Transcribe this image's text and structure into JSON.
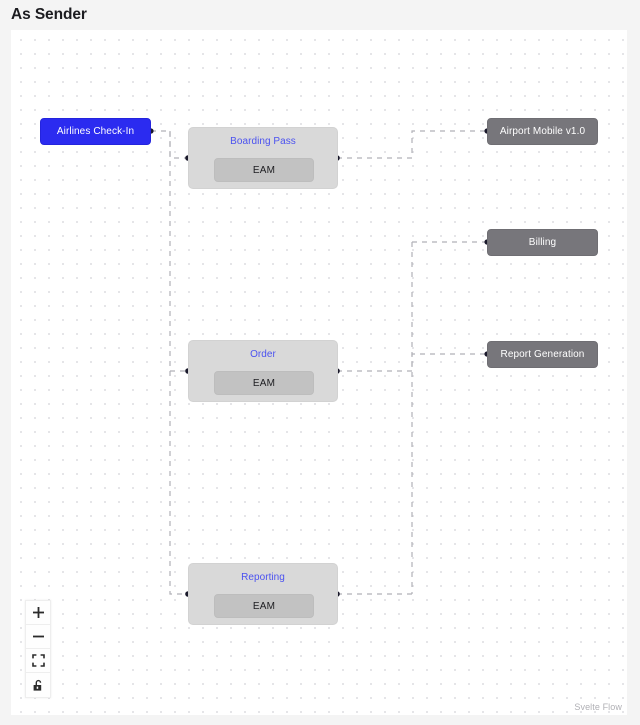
{
  "header": {
    "title": "As Sender"
  },
  "canvas": {
    "attribution": "Svelte Flow",
    "accent_blue": "#2b2bf0",
    "group_title_color": "#4b52f0",
    "output_node_color": "#77767b",
    "group_bg_color": "#d9d9d9",
    "child_bg_color": "#c2c2c2",
    "edge_color": "#b1b1b7"
  },
  "nodes": {
    "input": {
      "label": "Airlines Check-In"
    },
    "groups": [
      {
        "title": "Boarding Pass",
        "child_label": "EAM"
      },
      {
        "title": "Order",
        "child_label": "EAM"
      },
      {
        "title": "Reporting",
        "child_label": "EAM"
      }
    ],
    "outputs": [
      {
        "label": "Airport Mobile v1.0"
      },
      {
        "label": "Billing"
      },
      {
        "label": "Report Generation"
      }
    ]
  },
  "controls": {
    "zoom_in": "zoom-in",
    "zoom_out": "zoom-out",
    "fit_view": "fit-view",
    "toggle_interactivity": "unlock"
  }
}
